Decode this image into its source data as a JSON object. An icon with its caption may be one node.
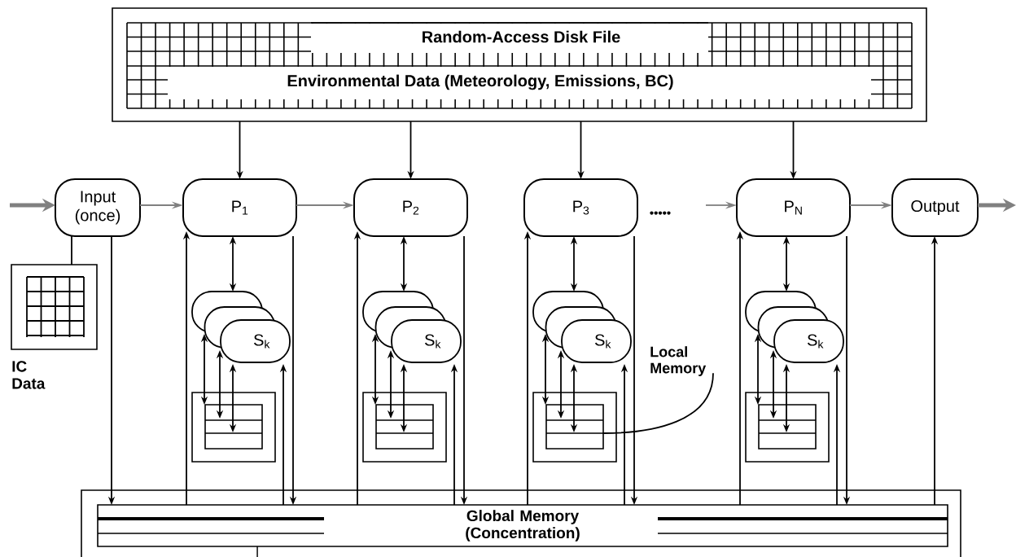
{
  "diagram": {
    "nodes": [
      {
        "text": [
          "Random-Access Disk File",
          "Environmental Data (Meteorology, Emissions, BC)"
        ]
      },
      {
        "text": [
          "Input (once)"
        ]
      },
      {
        "text": [
          "P$_{1}$"
        ]
      },
      {
        "text": [
          "P$_{2}$"
        ]
      },
      {
        "text": [
          "P$_{3}$"
        ]
      },
      {
        "text": [
          "P$_{N}$"
        ]
      },
      {
        "text": [
          "Output"
        ]
      },
      {
        "text": [],
        "shape": "box",
        "beside": [
          "IC Data"
        ]
      },
      {
        "text": [
          "S$_{k}$"
        ]
      },
      {
        "text": [
          "S$_{k}$"
        ]
      },
      {
        "text": [
          "S$_{k}$"
        ]
      },
      {
        "text": [
          "S$_{k}$"
        ]
      },
      {
        "text": [],
        "shape": "box"
      },
      {
        "text": [],
        "shape": "box"
      },
      {
        "text": [],
        "shape": "box"
      },
      {
        "text": [],
        "shape": "box"
      },
      {
        "text": [
          "Global Memory (Concentration)"
        ]
      },
      {
        "text": [
          "Local Memory"
        ]
      }
    ],
    "edges": [
      {
        "from": null,
        "to": 1,
        "arrow": "to",
        "style": "thick",
        "color": "#808080"
      },
      {
        "from": 1,
        "to": 2,
        "arrow": "to",
        "color": "#808080"
      },
      {
        "from": 2,
        "to": 3,
        "arrow": "to",
        "color": "#808080"
      },
      {
        "from": null,
        "to": 5,
        "arrow": "to",
        "color": "#808080"
      },
      {
        "from": 5,
        "to": 6,
        "arrow": "to",
        "color": "#808080"
      },
      {
        "from": 6,
        "to": null,
        "arrow": "to",
        "style": "thick",
        "color": "#808080"
      },
      {
        "from": 0,
        "to": 2,
        "arrow": "to"
      },
      {
        "from": 0,
        "to": 3,
        "arrow": "to"
      },
      {
        "from": 0,
        "to": 4,
        "arrow": "to"
      },
      {
        "from": 0,
        "to": 5,
        "arrow": "to"
      },
      {
        "from": 1,
        "to": 7,
        "arrow": "none"
      },
      {
        "from": 1,
        "to": 16,
        "arrow": "to"
      },
      {
        "from": 16,
        "to": 6,
        "arrow": "to"
      },
      {
        "from": 2,
        "to": 8,
        "arrow": "both"
      },
      {
        "from": 8,
        "to": 12,
        "arrow": "both"
      },
      {
        "from": 8,
        "to": 12,
        "arrow": "both"
      },
      {
        "from": 8,
        "to": 12,
        "arrow": "both"
      },
      {
        "from": 16,
        "to": 2,
        "arrow": "to"
      },
      {
        "from": 2,
        "to": 16,
        "arrow": "to"
      },
      {
        "from": 16,
        "to": 8,
        "arrow": "to"
      },
      {
        "from": 3,
        "to": 9,
        "arrow": "both"
      },
      {
        "from": 9,
        "to": 13,
        "arrow": "both"
      },
      {
        "from": 9,
        "to": 13,
        "arrow": "both"
      },
      {
        "from": 9,
        "to": 13,
        "arrow": "both"
      },
      {
        "from": 16,
        "to": 3,
        "arrow": "to"
      },
      {
        "from": 3,
        "to": 16,
        "arrow": "to"
      },
      {
        "from": 16,
        "to": 9,
        "arrow": "to"
      },
      {
        "from": 4,
        "to": 10,
        "arrow": "both"
      },
      {
        "from": 10,
        "to": 14,
        "arrow": "both"
      },
      {
        "from": 10,
        "to": 14,
        "arrow": "both"
      },
      {
        "from": 10,
        "to": 14,
        "arrow": "both"
      },
      {
        "from": 16,
        "to": 4,
        "arrow": "to"
      },
      {
        "from": 4,
        "to": 16,
        "arrow": "to"
      },
      {
        "from": 16,
        "to": 10,
        "arrow": "to"
      },
      {
        "from": 5,
        "to": 11,
        "arrow": "both"
      },
      {
        "from": 11,
        "to": 15,
        "arrow": "both"
      },
      {
        "from": 11,
        "to": 15,
        "arrow": "both"
      },
      {
        "from": 11,
        "to": 15,
        "arrow": "both"
      },
      {
        "from": 16,
        "to": 5,
        "arrow": "to"
      },
      {
        "from": 5,
        "to": 16,
        "arrow": "to"
      },
      {
        "from": 16,
        "to": 11,
        "arrow": "to"
      },
      {
        "from": 17,
        "to": 14,
        "arrow": "none"
      }
    ],
    "labels": [
      "•••••"
    ]
  }
}
